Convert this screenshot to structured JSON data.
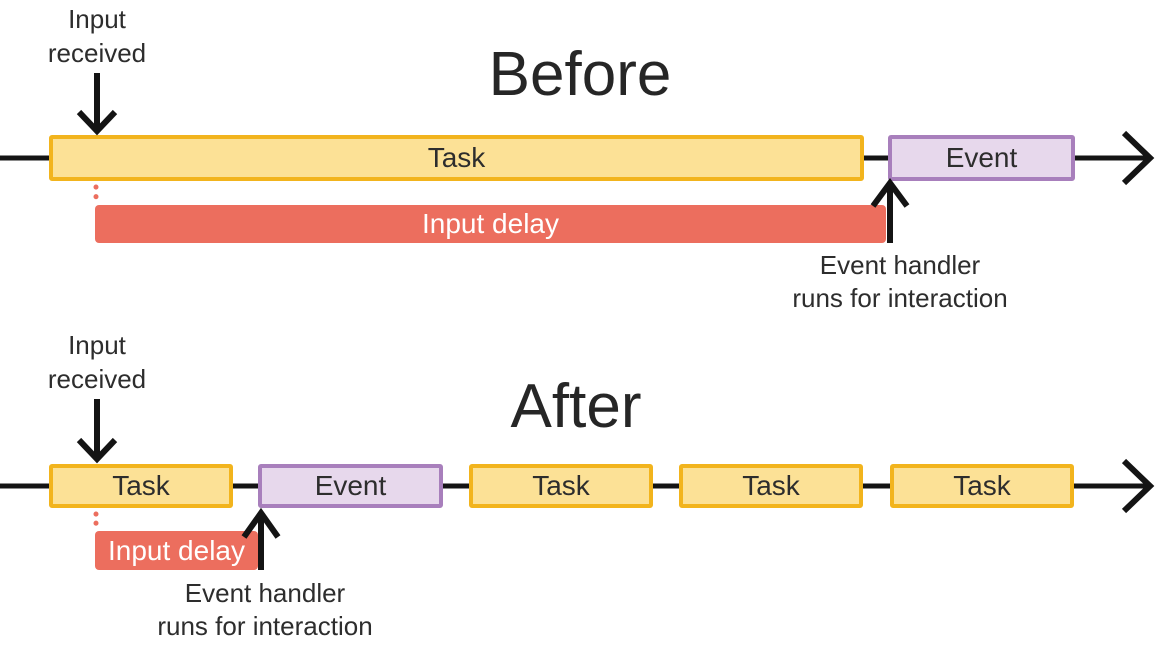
{
  "meta": {
    "background": "#FFFFFF"
  },
  "colors": {
    "task_fill": "#FCE196",
    "task_border": "#F2B41D",
    "event_fill": "#E7D8EC",
    "event_border": "#A87FBC",
    "input_delay_fill": "#EC6E5E",
    "input_delay_text": "#FFFFFF",
    "label_text": "#2D2D2D",
    "arrow": "#141414"
  },
  "icons": {
    "timeline_end": "arrow-right-icon",
    "input_received_marker": "arrow-down-icon",
    "event_handler_marker": "arrow-up-icon",
    "input_point_marker": "red-dotted-line"
  },
  "before": {
    "title": "Before",
    "input_received_label": "Input\nreceived",
    "task_label": "Task",
    "event_label": "Event",
    "input_delay_label": "Input delay",
    "event_handler_label": "Event handler\nruns for interaction"
  },
  "after": {
    "title": "After",
    "input_received_label": "Input\nreceived",
    "task_labels": [
      "Task",
      "Task",
      "Task",
      "Task"
    ],
    "event_label": "Event",
    "input_delay_label": "Input delay",
    "event_handler_label": "Event handler\nruns for interaction"
  }
}
